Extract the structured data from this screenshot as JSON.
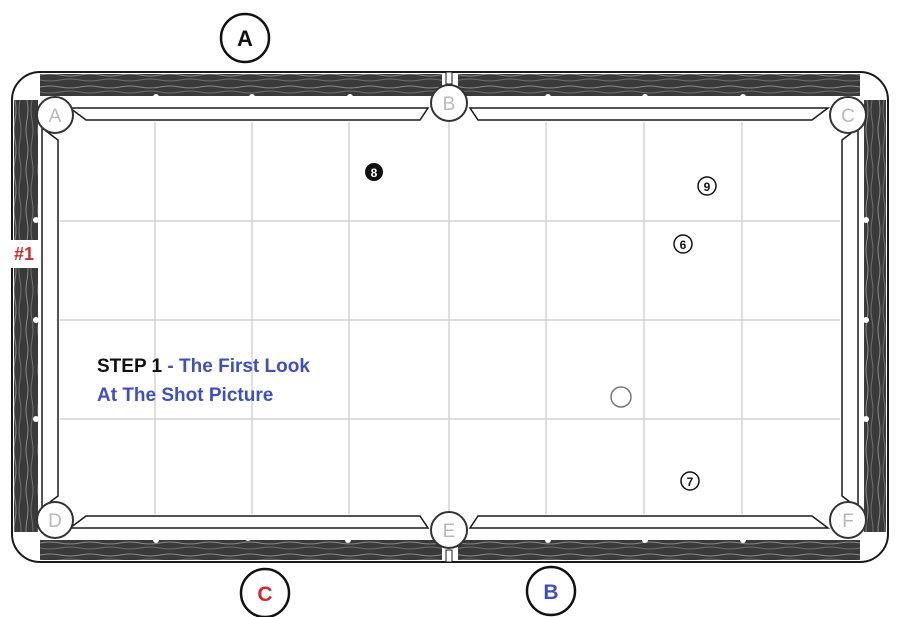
{
  "markers": {
    "top": "A",
    "bottom_left": "C",
    "bottom_right": "B",
    "rail_left": "#1"
  },
  "pockets": [
    "A",
    "B",
    "C",
    "D",
    "E",
    "F"
  ],
  "balls": [
    {
      "label": "8",
      "style": "solid-black"
    },
    {
      "label": "9",
      "style": "outline"
    },
    {
      "label": "6",
      "style": "outline"
    },
    {
      "label": "7",
      "style": "outline"
    },
    {
      "label": "",
      "style": "cue"
    }
  ],
  "caption": {
    "line1_part1": "STEP 1",
    "line1_sep": " - ",
    "line1_part2": "The First Look",
    "line2": "At The Shot Picture"
  },
  "colors": {
    "marker_red": "#d42a2a",
    "marker_blue": "#3f4fbf",
    "caption_blue": "#3f4fbf",
    "rail_dark": "#2b2b2b",
    "grid": "#d4d4d4"
  }
}
